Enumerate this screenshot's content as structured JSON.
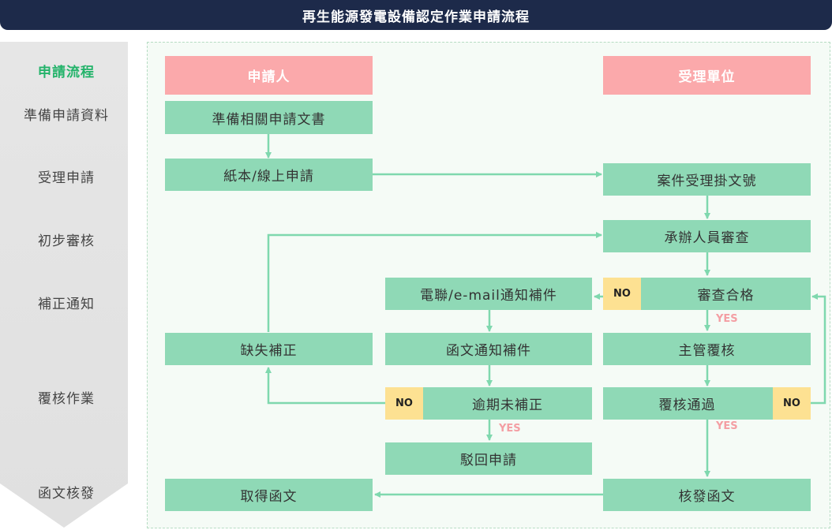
{
  "title": "再生能源發電設備認定作業申請流程",
  "stages": {
    "header": "申請流程",
    "s1": "準備申請資料",
    "s2": "受理申請",
    "s3": "初步審核",
    "s4": "補正通知",
    "s5": "覆核作業",
    "s6": "函文核發"
  },
  "lanes": {
    "applicant": "申請人",
    "receiver": "受理單位"
  },
  "nodes": {
    "prepare_docs": "準備相關申請文書",
    "submit": "紙本/線上申請",
    "register_case": "案件受理掛文號",
    "officer_review": "承辦人員審查",
    "qualify_check": "審查合格",
    "notify_phone_email": "電聯/e-mail通知補件",
    "notify_letter": "函文通知補件",
    "overdue_check": "逾期未補正",
    "reject": "駁回申請",
    "supplement": "缺失補正",
    "supervisor_review": "主管覆核",
    "review_pass": "覆核通過",
    "issue_letter": "核發函文",
    "receive_letter": "取得函文"
  },
  "decisions": {
    "no": "NO",
    "yes": "YES"
  },
  "colors": {
    "title_bg": "#1d2a4a",
    "node": "#8fd9b6",
    "lane_header": "#fba9ab",
    "decision_tag": "#fde192",
    "yes_label": "#f49ea3",
    "connector": "#7fd8ae",
    "stage_header": "#23b36a"
  }
}
